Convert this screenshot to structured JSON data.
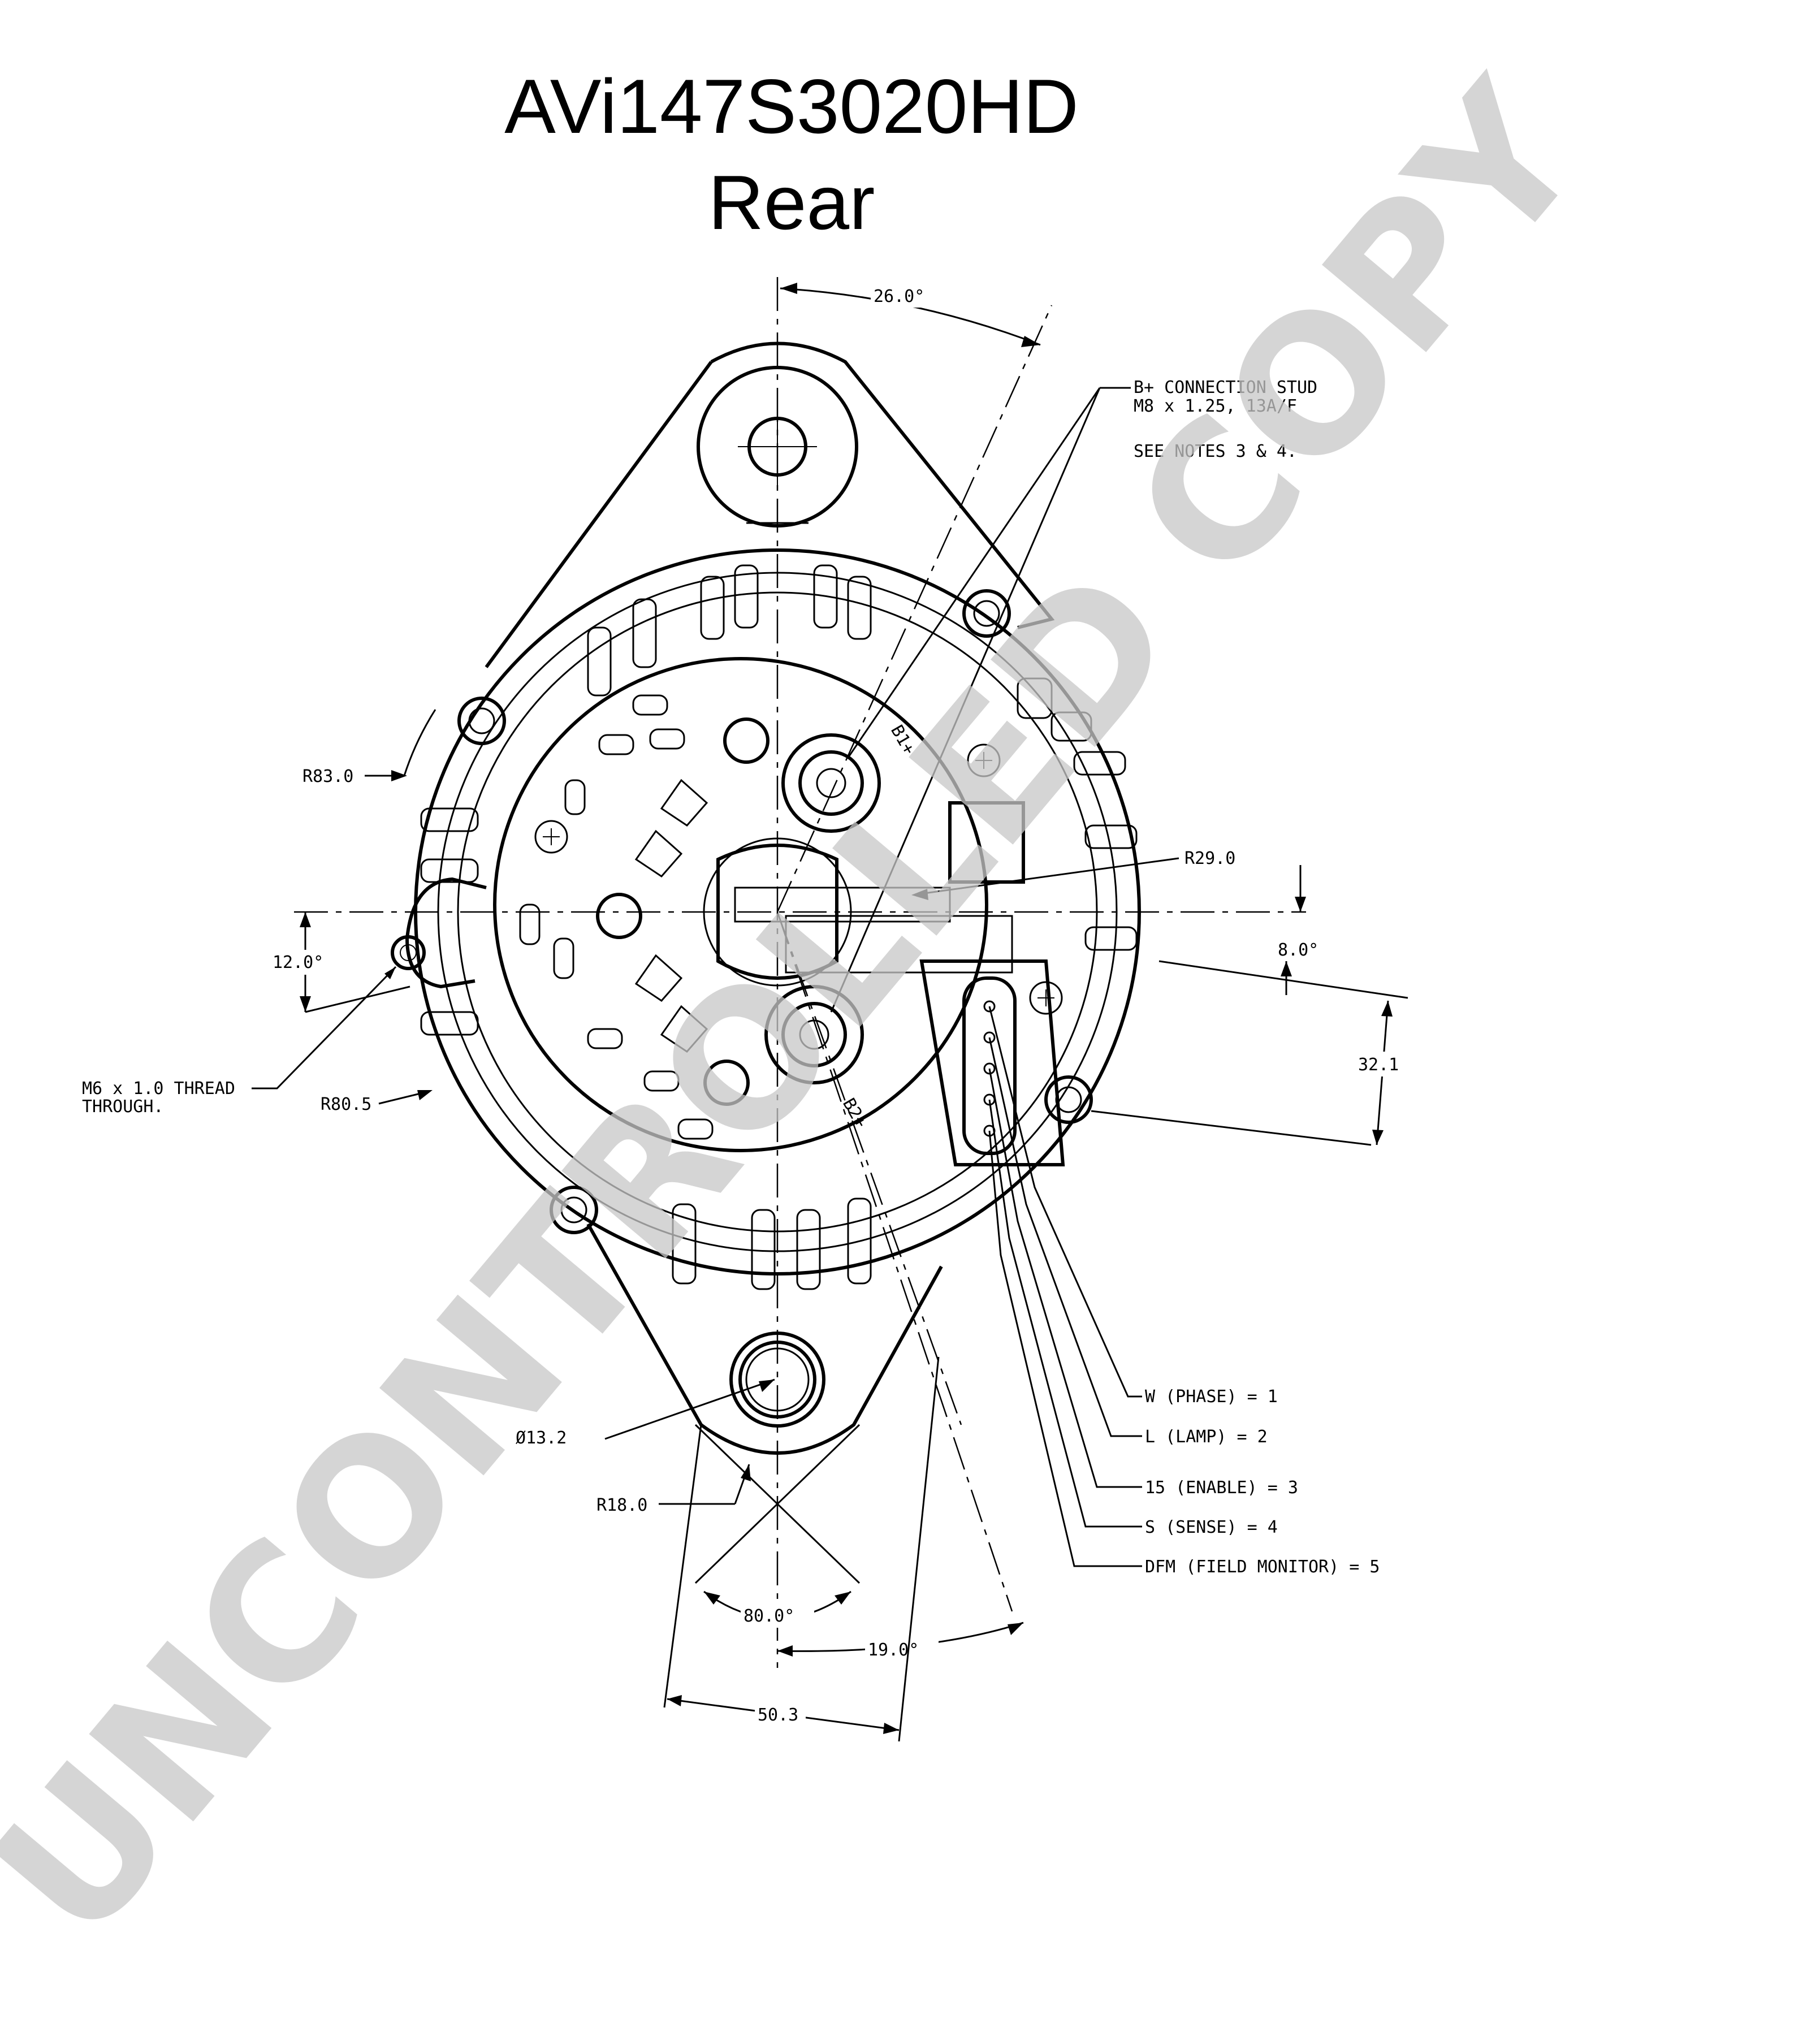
{
  "title": "AVi147S3020HD",
  "subtitle": "Rear",
  "watermark": "UNCONTROLLED COPY",
  "dimensions": {
    "angle_top": "26.0°",
    "radius_83": "R83.0",
    "radius_80_5": "R80.5",
    "radius_29": "R29.0",
    "angle_left": "12.0°",
    "angle_right": "8.0°",
    "dist_32_1": "32.1",
    "dia_13_2": "Ø13.2",
    "radius_18": "R18.0",
    "angle_80": "80.0°",
    "angle_19": "19.0°",
    "dist_50_3": "50.3"
  },
  "callouts": {
    "b_stud_line1": "B+ CONNECTION STUD",
    "b_stud_line2": "M8 x 1.25,  13A/F",
    "b_stud_line3": "SEE NOTES 3 & 4.",
    "thread_line1": "M6 x 1.0 THREAD",
    "thread_line2": "THROUGH."
  },
  "terminal_labels": {
    "b1": "B1+",
    "b2": "B2+"
  },
  "pins": [
    {
      "label": "W (PHASE) = 1"
    },
    {
      "label": "L (LAMP) = 2"
    },
    {
      "label": "15 (ENABLE) = 3"
    },
    {
      "label": "S (SENSE) = 4"
    },
    {
      "label": "DFM (FIELD MONITOR) = 5"
    }
  ]
}
